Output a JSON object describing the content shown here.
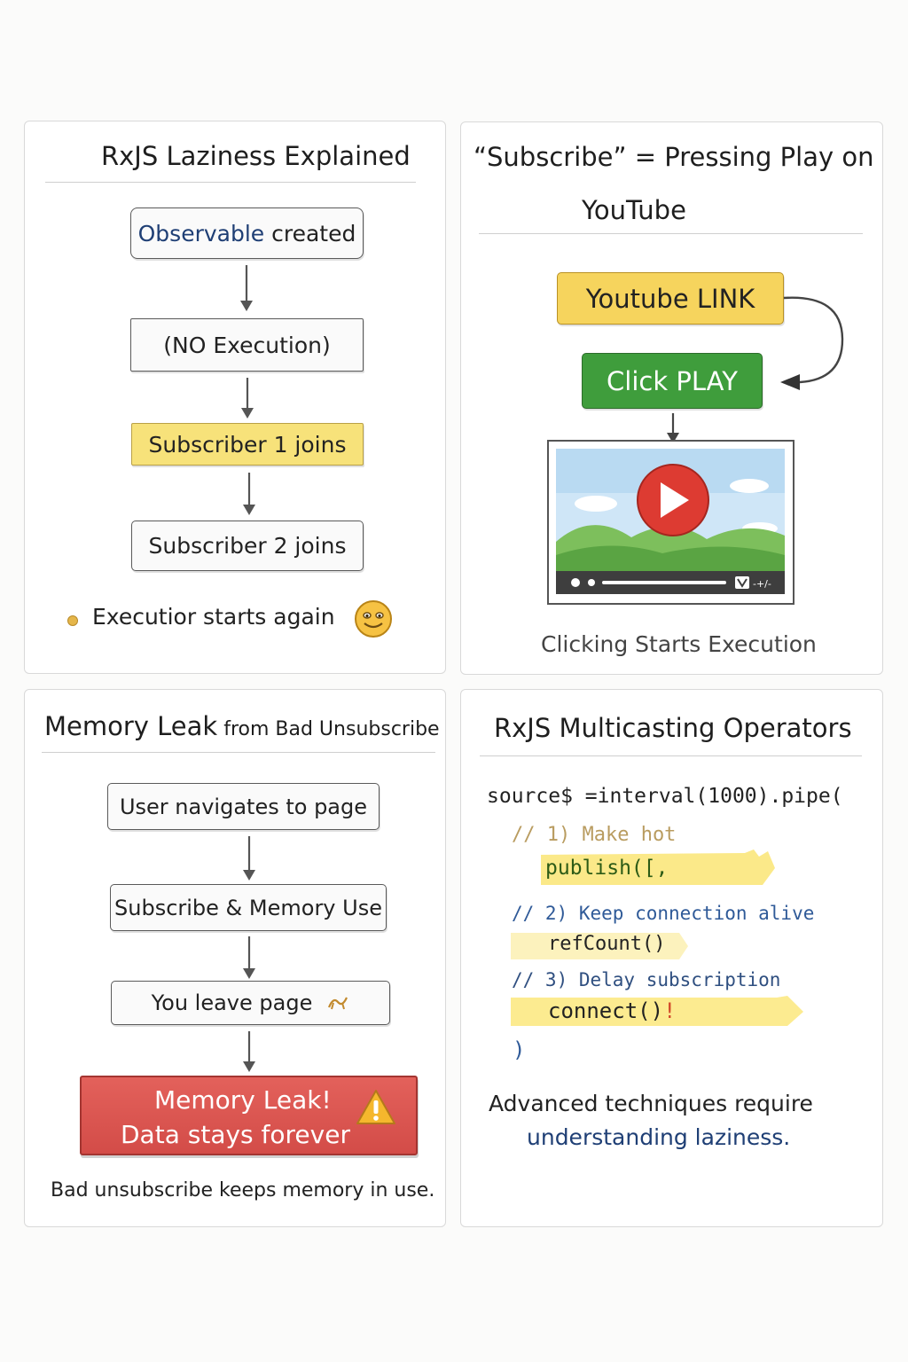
{
  "panel1": {
    "title": "RxJS Laziness Explained",
    "box1_word": "Observable",
    "box1_rest": " created",
    "box2": "(NO Execution)",
    "box3": "Subscriber 1 joins",
    "box4": "Subscriber 2 joins",
    "note": "Executior starts again"
  },
  "panel2": {
    "title_line1": "“Subscribe” = Pressing Play on",
    "title_line2": "YouTube",
    "link_button": "Youtube LINK",
    "play_button": "Click PLAY",
    "caption": "Clicking Starts Execution"
  },
  "panel3": {
    "title_main": "Memory Leak",
    "title_sub": " from Bad Unsubscribe",
    "box1": "User navigates to page",
    "box2": "Subscribe & Memory Use",
    "box3": "You leave page",
    "leak_line1": "Memory Leak!",
    "leak_line2": "Data stays forever",
    "caption": "Bad unsubscribe keeps memory in use."
  },
  "panel4": {
    "title": "RxJS Multicasting Operators",
    "code": {
      "line1": "source$ =interval(1000).pipe(",
      "comment1": "// 1) Make hot",
      "op1": "publish([,",
      "comment2": "// 2) Keep connection alive",
      "op2": "refCount()",
      "comment3": "// 3) Delay subscription",
      "op3": "connect()",
      "op3_mark": "!",
      "close": ")"
    },
    "caption_line1": "Advanced techniques require",
    "caption_line2": "understanding laziness."
  },
  "colors": {
    "yellow_fill": "#f7e27a",
    "green_fill": "#3f9d3c",
    "red_fill": "#de5753",
    "blue_text": "#1f3f75",
    "comment_blue": "#2f5a98"
  }
}
